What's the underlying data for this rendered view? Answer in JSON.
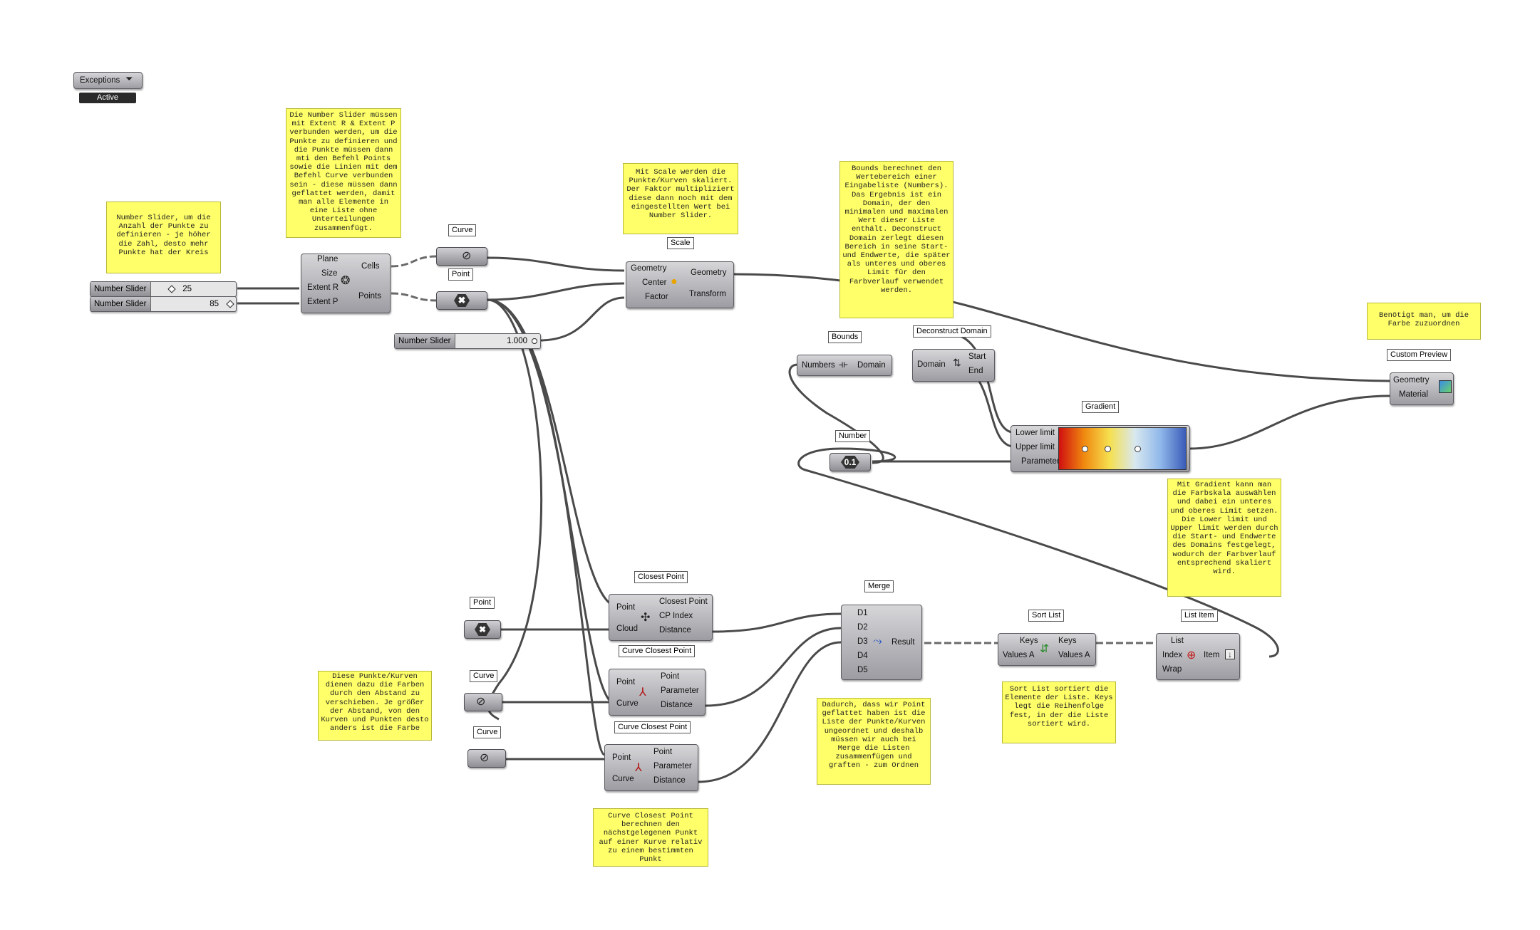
{
  "exceptions": {
    "label": "Exceptions",
    "status": "Active"
  },
  "notes": {
    "slider_points": "Number Slider, um die Anzahl der Punkte zu definieren - je höher die Zahl, desto mehr Punkte hat der Kreis",
    "slider_extent": "Die Number Slider müssen mit Extent R & Extent P verbunden werden, um die Punkte zu definieren und die Punkte müssen dann mti den Befehl Points sowie die Linien mit dem Befehl Curve verbunden sein - diese müssen dann geflattet werden, damit man alle Elemente in eine Liste ohne Unterteilungen zusammenfügt.",
    "scale": "Mit Scale werden die Punkte/Kurven skaliert. Der Faktor multipliziert diese dann noch mit dem eingestellten Wert bei Number Slider.",
    "bounds": "Bounds berechnet den Wertebereich einer Eingabeliste (Numbers). Das Ergebnis ist ein Domain, der den minimalen und maximalen Wert dieser Liste enthält. Deconstruct Domain zerlegt diesen Bereich in seine Start- und Endwerte, die später als unteres und oberes Limit für den Farbverlauf verwendet werden.",
    "preview": "Benötigt man, um die Farbe zuzuordnen",
    "gradient": "Mit Gradient kann man die Farbskala auswählen und dabei ein unteres und oberes Limit setzen. Die Lower limit und Upper limit werden durch die Start- und Endwerte des Domains festgelegt, wodurch der Farbverlauf entsprechend skaliert wird.",
    "points_curves": "Diese Punkte/Kurven dienen dazu die Farben durch den Abstand zu verschieben. Je größer der Abstand, von den Kurven und Punkten desto anders ist die Farbe",
    "merge": "Dadurch, dass wir Point geflattet haben ist die Liste der Punkte/Kurven ungeordnet und deshalb müssen wir auch bei Merge die Listen zusammenfügen und graften - zum Ordnen",
    "sort": "Sort List sortiert die Elemente der Liste. Keys legt die Reihenfolge fest, in der die Liste sortiert wird.",
    "ccp": "Curve Closest Point berechnen den nächstgelegenen Punkt auf einer Kurve relativ zu einem bestimmten Punkt"
  },
  "sliders": [
    {
      "label": "Number Slider",
      "value": "25"
    },
    {
      "label": "Number Slider",
      "value": "85"
    },
    {
      "label": "Number Slider",
      "value": "1.000"
    }
  ],
  "tags": {
    "curve1": "Curve",
    "point1": "Point",
    "scale": "Scale",
    "bounds": "Bounds",
    "deconstruct": "Deconstruct Domain",
    "custom_preview": "Custom Preview",
    "gradient": "Gradient",
    "number": "Number",
    "closest_point": "Closest Point",
    "merge": "Merge",
    "point2": "Point",
    "ccp1": "Curve Closest Point",
    "curve2": "Curve",
    "ccp2": "Curve Closest Point",
    "curve3": "Curve",
    "sort_list": "Sort List",
    "list_item": "List Item"
  },
  "polygon": {
    "in": [
      "Plane",
      "Size",
      "Extent R",
      "Extent P"
    ],
    "out": [
      "Cells",
      "Points"
    ]
  },
  "scale": {
    "in": [
      "Geometry",
      "Center",
      "Factor"
    ],
    "out": [
      "Geometry",
      "Transform"
    ]
  },
  "bounds": {
    "in": [
      "Numbers"
    ],
    "out": [
      "Domain"
    ]
  },
  "deconstruct": {
    "in": [
      "Domain"
    ],
    "out": [
      "Start",
      "End"
    ]
  },
  "preview": {
    "in": [
      "Geometry",
      "Material"
    ]
  },
  "gradient": {
    "in": [
      "Lower limit",
      "Upper limit",
      "Parameter"
    ]
  },
  "number": {
    "icon_text": "0.1"
  },
  "closest_point": {
    "in": [
      "Point",
      "Cloud"
    ],
    "out": [
      "Closest Point",
      "CP Index",
      "Distance"
    ]
  },
  "ccp1": {
    "in": [
      "Point",
      "Curve"
    ],
    "out": [
      "Point",
      "Parameter",
      "Distance"
    ]
  },
  "ccp2": {
    "in": [
      "Point",
      "Curve"
    ],
    "out": [
      "Point",
      "Parameter",
      "Distance"
    ]
  },
  "merge": {
    "in": [
      "D1",
      "D2",
      "D3",
      "D4",
      "D5"
    ],
    "out": [
      "Result"
    ]
  },
  "sort": {
    "in": [
      "Keys",
      "Values A"
    ],
    "out": [
      "Keys",
      "Values A"
    ]
  },
  "list_item": {
    "in": [
      "List",
      "Index",
      "Wrap"
    ],
    "out": [
      "Item"
    ]
  }
}
